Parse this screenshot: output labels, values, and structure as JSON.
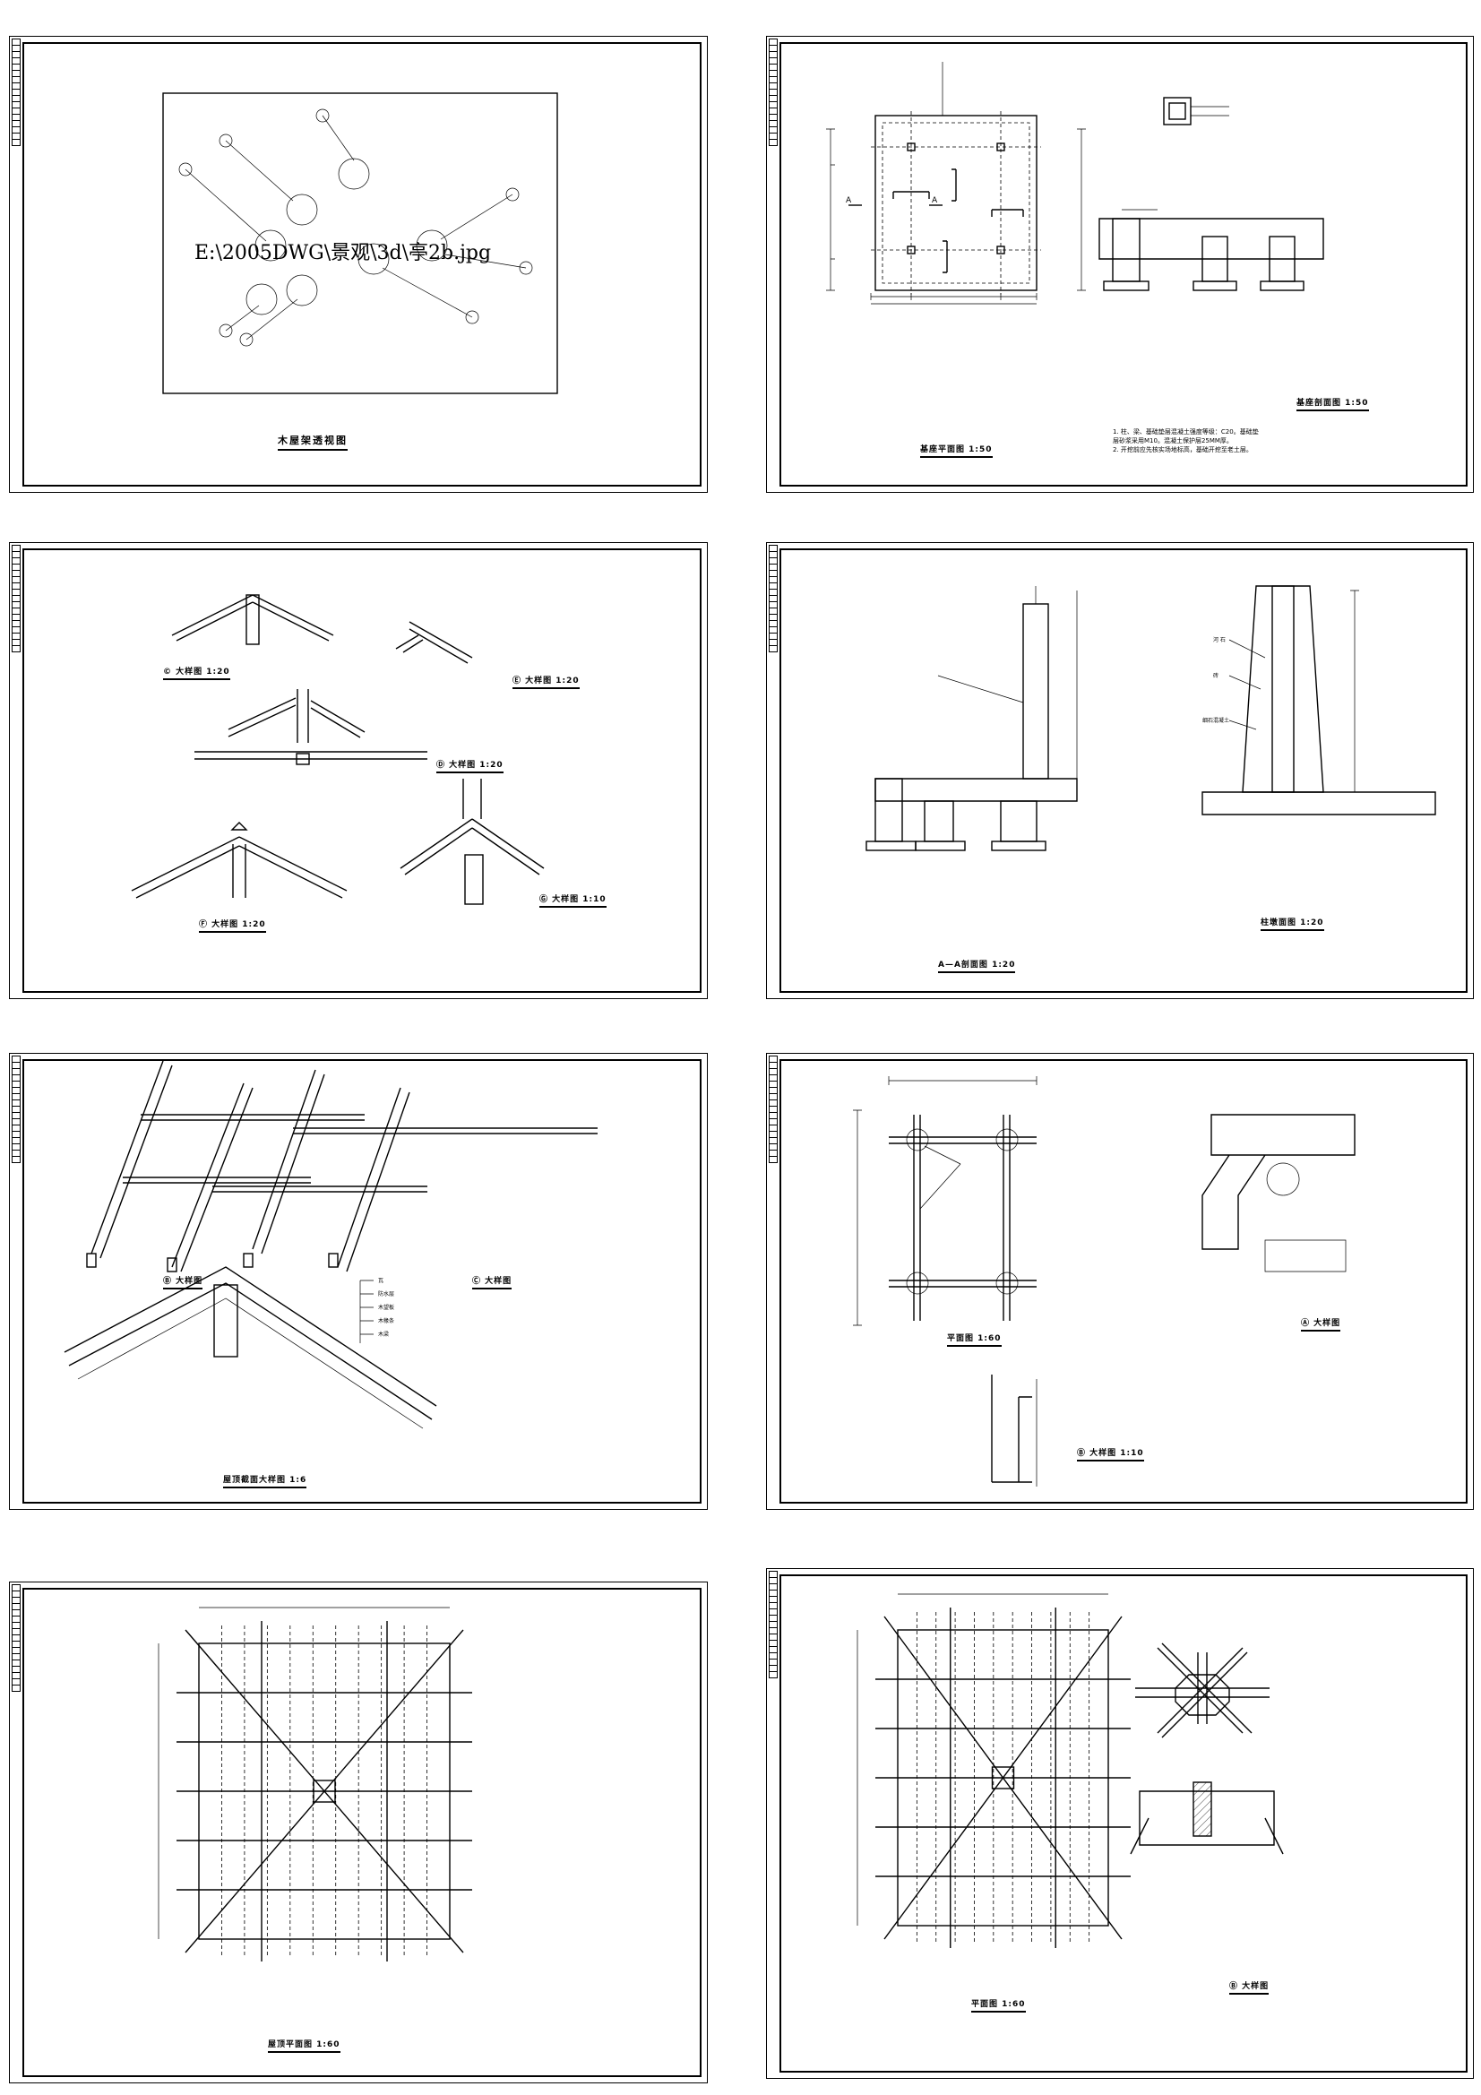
{
  "sheets": [
    {
      "id": "s1",
      "title": "木屋架透视图",
      "image_path": "E:\\2005DWG\\景观\\3d\\亭2b.jpg"
    },
    {
      "id": "s2",
      "plan_title": "基座平面图 1:50",
      "section_title": "基座剖面图 1:50",
      "section_mark": "A",
      "note_lines": [
        "1. 柱、梁、基础垫层混凝土强度等级：C20。基础垫",
        "层砂浆采用M10。混凝土保护层25MM厚。",
        "2. 开挖前应先核实场地标高，基础开挖至老土层。"
      ]
    },
    {
      "id": "s3",
      "labels": [
        "© 大样图 1:20",
        "Ⓔ 大样图 1:20",
        "Ⓓ 大样图 1:20",
        "Ⓕ 大样图 1:20",
        "Ⓖ 大样图 1:10"
      ]
    },
    {
      "id": "s4",
      "labels": [
        "A—A剖面图 1:20",
        "柱墩面图 1:20"
      ],
      "callouts": [
        "河 石",
        "砖",
        "细石混凝土"
      ]
    },
    {
      "id": "s5",
      "labels": [
        "Ⓑ 大样图",
        "Ⓒ 大样图",
        "屋顶截面大样图 1:6"
      ],
      "layers": [
        "瓦",
        "防水层",
        "木望板",
        "木椽条",
        "木梁"
      ]
    },
    {
      "id": "s6",
      "labels": [
        "平面图 1:60",
        "Ⓐ 大样图",
        "Ⓑ 大样图 1:10"
      ]
    },
    {
      "id": "s7",
      "labels": [
        "屋顶平面图 1:60"
      ]
    },
    {
      "id": "s8",
      "labels": [
        "平面图 1:60",
        "Ⓑ 大样图"
      ]
    }
  ]
}
